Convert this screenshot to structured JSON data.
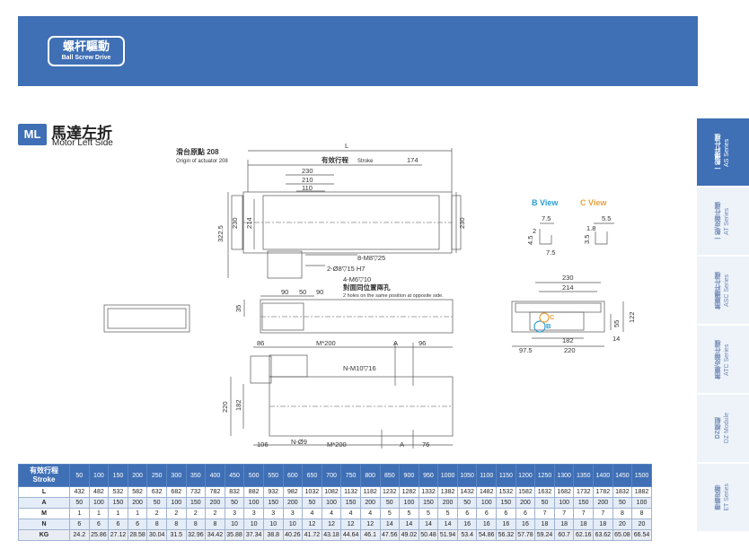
{
  "header": {
    "title": "螺杆驅動",
    "subtitle": "Ball Screw Drive"
  },
  "section": {
    "badge": "ML",
    "title": "馬達左折",
    "subtitle": "Motor Left Side"
  },
  "sidebar": {
    "items": [
      {
        "zh": "一般爆杆仕樣",
        "en": "AS Series",
        "active": true
      },
      {
        "zh": "一般/皮帶仕樣",
        "en": "AT Series",
        "active": false
      },
      {
        "zh": "無塵爆杆仕樣",
        "en": "ASC Series",
        "active": false
      },
      {
        "zh": "無塵/皮帶仕樣",
        "en": "ATC Series",
        "active": false
      },
      {
        "zh": "DZ模組",
        "en": "DZ Module",
        "active": false
      },
      {
        "zh": "帶箱皮帶",
        "en": "ET Series",
        "active": false
      }
    ]
  },
  "drawing": {
    "origin_label": "滑台原點 208",
    "origin_sub": "Origin of actuator 208",
    "L": "L",
    "stroke_label": "有效行程",
    "stroke_sub": "Stroke",
    "d174": "174",
    "d230a": "230",
    "d210": "210",
    "d110": "110",
    "d322": "322.5",
    "d230v": "230",
    "d214v": "214",
    "d230r": "230",
    "m8": "8-M8▽25",
    "o8": "2-Ø8▽15 H7",
    "m6": "4-M6▽10",
    "m6_zh": "對面同位置兩孔",
    "m6_en": "2 holes on the same position at opposite side.",
    "d90a": "90",
    "d50": "50",
    "d90b": "90",
    "d35": "35",
    "d86": "86",
    "m200a": "M*200",
    "A1": "A",
    "d96": "96",
    "m10": "N-M10▽16",
    "d220v": "220",
    "d182v": "182",
    "d106": "106",
    "o9": "N-Ø9",
    "m200b": "M*200",
    "A2": "A",
    "d76": "76",
    "bview": "B View",
    "cview": "C View",
    "b75": "7.5",
    "b2": "2",
    "b45": "4.5",
    "b75b": "7.5",
    "c55": "5.5",
    "c18": "1.8",
    "c35": "3.5",
    "r230": "230",
    "r214": "214",
    "r55": "55",
    "r122": "122",
    "r182": "182",
    "r14": "14",
    "r975": "97.5",
    "r220": "220",
    "pc": "C",
    "pb": "B"
  },
  "spec_table": {
    "header_zh": "有效行程",
    "header_en": "Stroke",
    "strokes": [
      "50",
      "100",
      "150",
      "200",
      "250",
      "300",
      "350",
      "400",
      "450",
      "500",
      "550",
      "600",
      "650",
      "700",
      "750",
      "800",
      "850",
      "900",
      "950",
      "1000",
      "1050",
      "1100",
      "1150",
      "1200",
      "1250",
      "1300",
      "1350",
      "1400",
      "1450",
      "1500"
    ],
    "rows": [
      {
        "label": "L",
        "values": [
          "432",
          "482",
          "532",
          "582",
          "632",
          "682",
          "732",
          "782",
          "832",
          "882",
          "932",
          "982",
          "1032",
          "1082",
          "1132",
          "1182",
          "1232",
          "1282",
          "1332",
          "1382",
          "1432",
          "1482",
          "1532",
          "1582",
          "1632",
          "1682",
          "1732",
          "1782",
          "1832",
          "1882"
        ]
      },
      {
        "label": "A",
        "values": [
          "50",
          "100",
          "150",
          "200",
          "50",
          "100",
          "150",
          "200",
          "50",
          "100",
          "150",
          "200",
          "50",
          "100",
          "150",
          "200",
          "50",
          "100",
          "150",
          "200",
          "50",
          "100",
          "150",
          "200",
          "50",
          "100",
          "150",
          "200",
          "50",
          "100"
        ]
      },
      {
        "label": "M",
        "values": [
          "1",
          "1",
          "1",
          "1",
          "2",
          "2",
          "2",
          "2",
          "3",
          "3",
          "3",
          "3",
          "4",
          "4",
          "4",
          "4",
          "5",
          "5",
          "5",
          "5",
          "6",
          "6",
          "6",
          "6",
          "7",
          "7",
          "7",
          "7",
          "8",
          "8"
        ]
      },
      {
        "label": "N",
        "values": [
          "6",
          "6",
          "6",
          "6",
          "8",
          "8",
          "8",
          "8",
          "10",
          "10",
          "10",
          "10",
          "12",
          "12",
          "12",
          "12",
          "14",
          "14",
          "14",
          "14",
          "16",
          "16",
          "16",
          "16",
          "18",
          "18",
          "18",
          "18",
          "20",
          "20"
        ]
      },
      {
        "label": "KG",
        "values": [
          "24.2",
          "25.86",
          "27.12",
          "28.58",
          "30.04",
          "31.5",
          "32.96",
          "34.42",
          "35.88",
          "37.34",
          "38.8",
          "40.26",
          "41.72",
          "43.18",
          "44.64",
          "46.1",
          "47.56",
          "49.02",
          "50.48",
          "51.94",
          "53.4",
          "54.86",
          "56.32",
          "57.78",
          "59.24",
          "60.7",
          "62.16",
          "63.62",
          "65.08",
          "66.54"
        ]
      }
    ]
  }
}
